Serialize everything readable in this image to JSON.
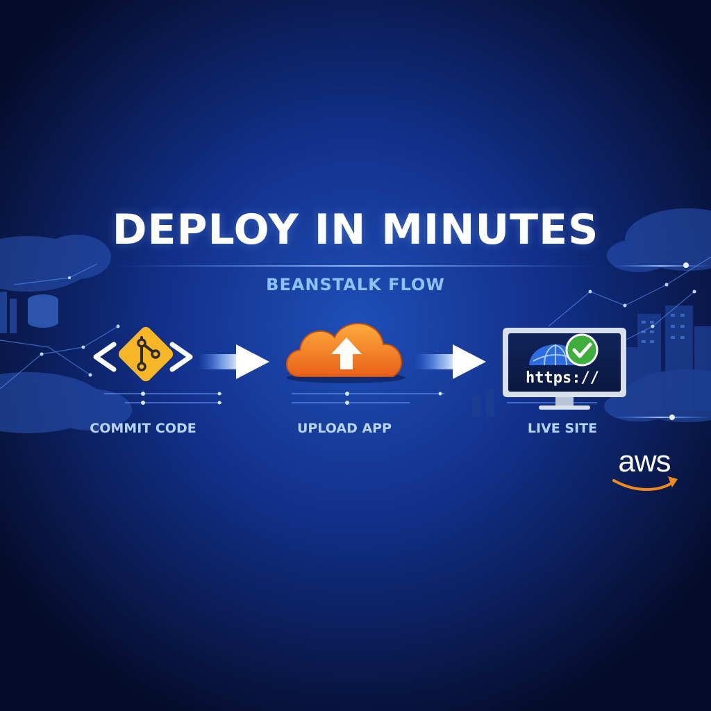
{
  "header": {
    "title": "DEPLOY IN MINUTES",
    "subtitle": "BEANSTALK FLOW"
  },
  "steps": [
    {
      "label": "COMMIT CODE",
      "icon": "git-code-icon"
    },
    {
      "label": "UPLOAD APP",
      "icon": "cloud-upload-icon"
    },
    {
      "label": "LIVE SITE",
      "icon": "monitor-globe-check-icon"
    }
  ],
  "monitor": {
    "url_text": "https://"
  },
  "brand": {
    "logo_text": "aws"
  },
  "colors": {
    "background": "#061033",
    "accent_orange": "#f08a1c",
    "git_yellow": "#f6b626",
    "check_green": "#3fae3a",
    "subtitle_blue": "#8fc0ff"
  }
}
